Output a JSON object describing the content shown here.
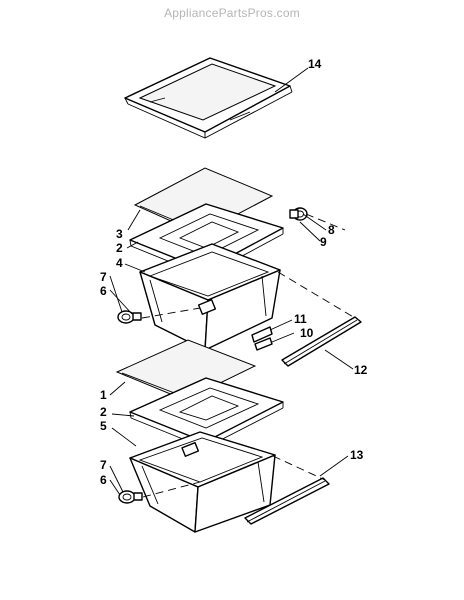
{
  "watermark": "AppliancePartsPros.com",
  "callouts": {
    "c14": "14",
    "c3": "3",
    "c2a": "2",
    "c4": "4",
    "c7a": "7",
    "c6a": "6",
    "c8": "8",
    "c9": "9",
    "c11": "11",
    "c10": "10",
    "c12": "12",
    "c1": "1",
    "c2b": "2",
    "c5": "5",
    "c7b": "7",
    "c6b": "6",
    "c13": "13"
  }
}
